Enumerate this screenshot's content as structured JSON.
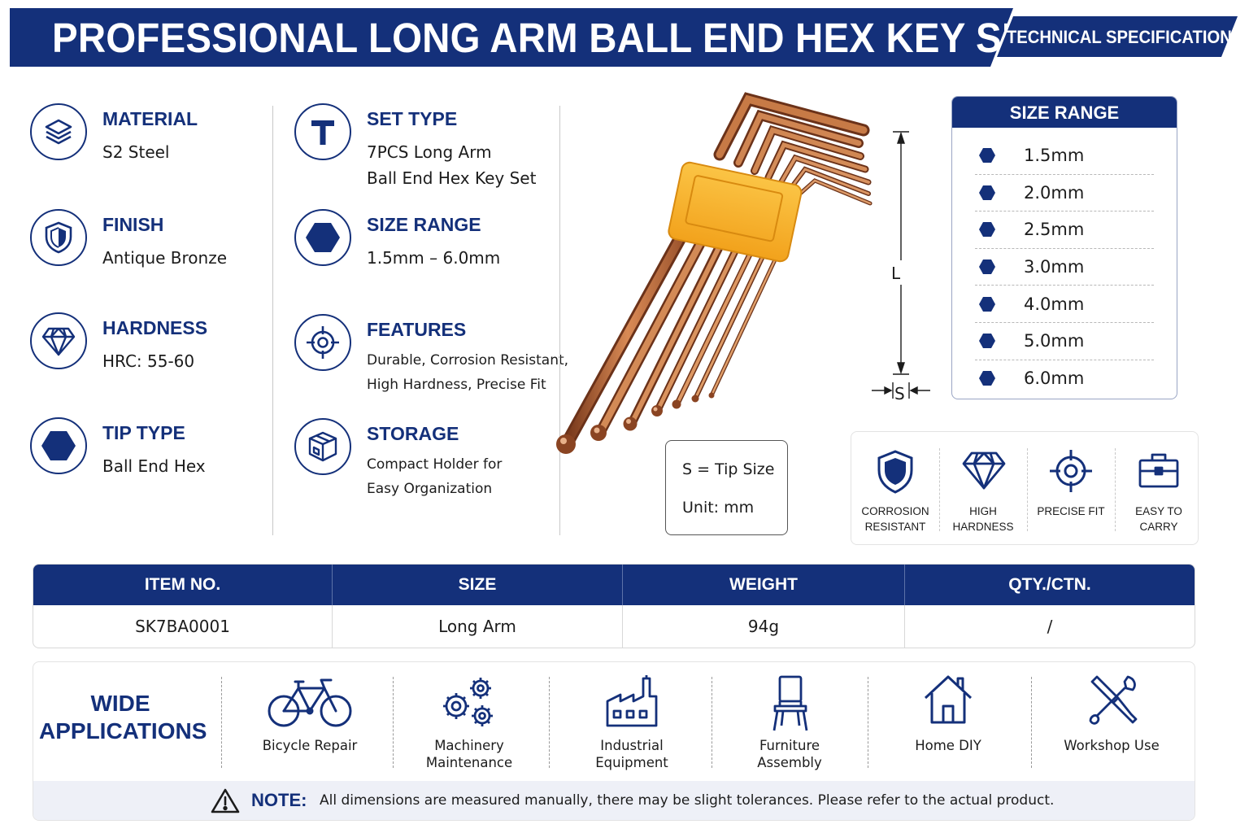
{
  "header": {
    "title": "PROFESSIONAL LONG ARM BALL END HEX KEY SET",
    "tag": "TECHNICAL SPECIFICATIONS"
  },
  "specs_left": [
    {
      "label": "MATERIAL",
      "value": [
        "S2 Steel"
      ],
      "icon": "layers-icon"
    },
    {
      "label": "FINISH",
      "value": [
        "Antique Bronze"
      ],
      "icon": "shield-icon"
    },
    {
      "label": "HARDNESS",
      "value": [
        "HRC: 55-60"
      ],
      "icon": "diamond-icon"
    },
    {
      "label": "TIP TYPE",
      "value": [
        "Ball End Hex"
      ],
      "icon": "hexagon-icon"
    }
  ],
  "specs_mid": [
    {
      "label": "SET TYPE",
      "value": [
        "7PCS Long Arm",
        "Ball End Hex Key Set"
      ],
      "icon": "t-letter-icon"
    },
    {
      "label": "SIZE RANGE",
      "value": [
        "1.5mm – 6.0mm"
      ],
      "icon": "hexagon-icon"
    },
    {
      "label": "FEATURES",
      "value": [
        "Durable, Corrosion Resistant,",
        "High Hardness, Precise Fit"
      ],
      "icon": "target-icon"
    },
    {
      "label": "STORAGE",
      "value": [
        "Compact Holder for",
        "Easy Organization"
      ],
      "icon": "box-icon"
    }
  ],
  "size_range": {
    "title": "SIZE RANGE",
    "sizes": [
      "1.5mm",
      "2.0mm",
      "2.5mm",
      "3.0mm",
      "4.0mm",
      "5.0mm",
      "6.0mm"
    ]
  },
  "dimensions": {
    "length_label": "L",
    "tip_label": "S"
  },
  "tip_box": {
    "line1": "S = Tip Size",
    "line2": "Unit: mm"
  },
  "features": [
    {
      "label": "CORROSION RESISTANT",
      "icon": "shield-icon"
    },
    {
      "label": "HIGH HARDNESS",
      "icon": "diamond-icon"
    },
    {
      "label": "PRECISE FIT",
      "icon": "target-icon"
    },
    {
      "label": "EASY TO CARRY",
      "icon": "toolbox-icon"
    }
  ],
  "table": {
    "headers": [
      "ITEM NO.",
      "SIZE",
      "WEIGHT",
      "QTY./CTN."
    ],
    "row": [
      "SK7BA0001",
      "Long Arm",
      "94g",
      "/"
    ]
  },
  "applications": {
    "title": "WIDE APPLICATIONS",
    "items": [
      {
        "label": "Bicycle Repair",
        "icon": "bicycle-icon"
      },
      {
        "label": "Machinery Maintenance",
        "icon": "gears-icon"
      },
      {
        "label": "Industrial Equipment",
        "icon": "factory-icon"
      },
      {
        "label": "Furniture Assembly",
        "icon": "chair-icon"
      },
      {
        "label": "Home DIY",
        "icon": "house-icon"
      },
      {
        "label": "Workshop Use",
        "icon": "tools-icon"
      }
    ]
  },
  "note": {
    "label": "NOTE:",
    "text": "All dimensions are measured manually, there may be slight tolerances. Please refer to the actual product."
  },
  "colors": {
    "navy": "#14307a",
    "holder": "#f7b731",
    "bronze": "#b8652f"
  }
}
